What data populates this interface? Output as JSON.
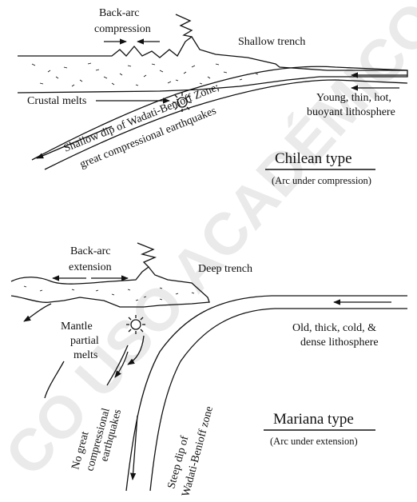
{
  "watermark": "CO USO ACADÉMICO",
  "chilean": {
    "back_arc_line1": "Back-arc",
    "back_arc_line2": "compression",
    "shallow_trench": "Shallow trench",
    "crustal_melts": "Crustal melts",
    "young_line1": "Young, thin, hot,",
    "young_line2": "buoyant lithosphere",
    "dip_line1": "Shallow dip of Wadati-Benioff Zone;",
    "dip_line2": "great compressional earthquakes",
    "title": "Chilean type",
    "subtitle": "(Arc under compression)"
  },
  "mariana": {
    "back_arc_line1": "Back-arc",
    "back_arc_line2": "extension",
    "deep_trench": "Deep trench",
    "mantle_line1": "Mantle",
    "mantle_line2": "partial",
    "mantle_line3": "melts",
    "old_line1": "Old, thick, cold, &",
    "old_line2": "dense lithosphere",
    "no_eq_line1": "No great",
    "no_eq_line2": "compressional",
    "no_eq_line3": "earthquakes",
    "steep_line1": "Steep dip of",
    "steep_line2": "Wadati-Benioff zone",
    "title": "Mariana type",
    "subtitle": "(Arc under extension)"
  }
}
